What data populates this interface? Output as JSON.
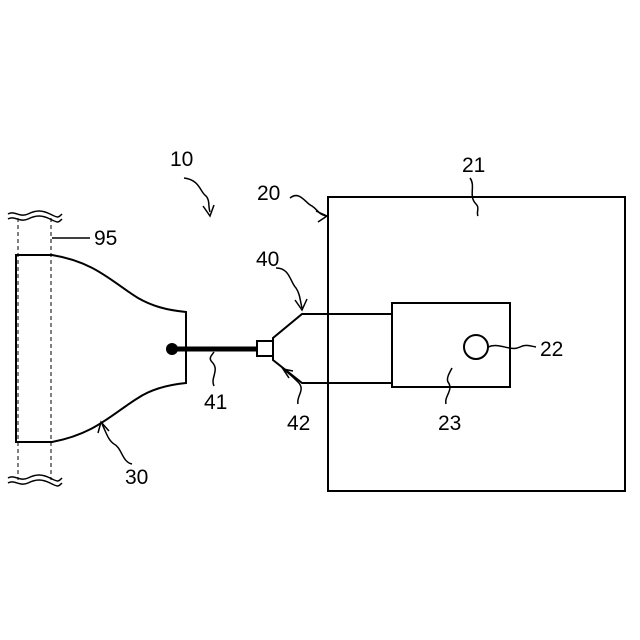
{
  "labels": {
    "system": "10",
    "apparatus": "20",
    "base_plate": "21",
    "pivot": "22",
    "holder": "23",
    "vessel": "30",
    "probe_unit": "40",
    "probe_rod": "41",
    "probe_tip_housing": "42",
    "wall": "95"
  },
  "colors": {
    "line": "#000000",
    "background": "#ffffff"
  }
}
